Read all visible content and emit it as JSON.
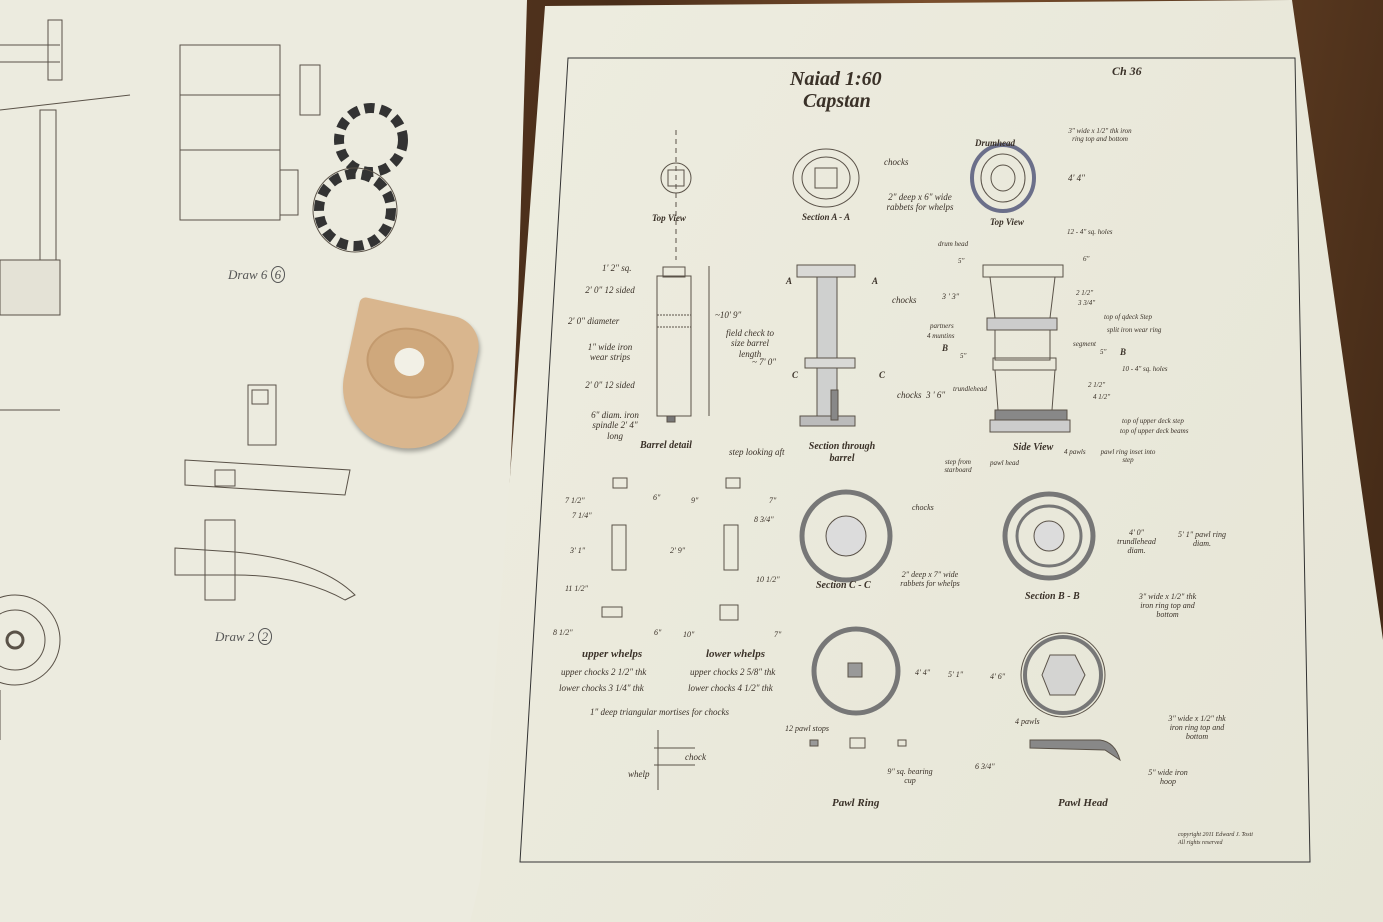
{
  "left_sheet": {
    "labels": [
      "Draw 6",
      "6",
      "Draw 2",
      "2"
    ]
  },
  "plan": {
    "title": "Naiad 1:60",
    "subtitle": "Capstan",
    "chapter": "Ch 36",
    "top_view": {
      "caption": "Top View"
    },
    "section_aa": {
      "caption": "Section A - A",
      "chocks": "chocks",
      "rabbets": "2\" deep x 6\" wide rabbets for whelps"
    },
    "drumhead": {
      "title": "Drumhead",
      "ring": "3\" wide x 1/2\" thk iron ring top and bottom",
      "dim": "4' 4\"",
      "caption": "Top View"
    },
    "barrel": {
      "caption": "Barrel detail",
      "sq": "1' 2\" sq.",
      "sided1": "2' 0\" 12 sided",
      "diameter": "2' 0\" diameter",
      "strips": "1\" wide iron wear strips",
      "sided2": "2' 0\" 12 sided",
      "spindle": "6\" diam. iron spindle 2' 4\" long",
      "length": "~10' 9\"",
      "field": "field check to size barrel length",
      "seven": "~ 7' 0\""
    },
    "section_barrel": {
      "caption": "Section through barrel",
      "a_left": "A",
      "a_right": "A",
      "c_left": "C",
      "c_right": "C",
      "chocks1": "chocks",
      "chocks2": "chocks",
      "three6": "3 ' 6\"",
      "step": "step looking aft"
    },
    "side_view": {
      "caption": "Side View",
      "holes12": "12 - 4\" sq. holes",
      "drum_head": "drum head",
      "d5a": "5\"",
      "d6": "6\"",
      "d33": "3 ' 3\"",
      "d212a": "2 1/2\"",
      "d334": "3 3/4\"",
      "qdeck": "top of qdeck Step",
      "partners": "partners",
      "wear": "split iron wear ring",
      "muntins": "4 muntins",
      "segment": "segment",
      "b_left": "B",
      "b_right": "B",
      "d5b": "5\"",
      "d5c": "5\"",
      "holes10": "10 - 4\" sq. holes",
      "trundlehead": "trundlehead",
      "d212b": "2 1/2\"",
      "d412": "4 1/2\"",
      "upper_step": "top of upper deck step",
      "upper_beams": "top of upper deck beams",
      "step_stbd": "step from starboard",
      "pawl_head": "pawl head",
      "pawls": "4 pawls",
      "pawl_ring": "pawl ring inset into step"
    },
    "upper_whelps": {
      "title": "upper whelps",
      "d1": "7 1/2\"",
      "d2": "6\"",
      "d3": "7 1/4\"",
      "d4": "3' 1\"",
      "d5": "11 1/2\"",
      "d6": "8 1/2\"",
      "d7": "6\"",
      "note1": "upper chocks 2 1/2\" thk",
      "note2": "lower chocks 3 1/4\" thk"
    },
    "lower_whelps": {
      "title": "lower whelps",
      "d1": "9\"",
      "d2": "7\"",
      "d3": "8 3/4\"",
      "d4": "2' 9\"",
      "d5": "10 1/2\"",
      "d6": "10\"",
      "d7": "7\"",
      "note1": "upper chocks 2 5/8\" thk",
      "note2": "lower chocks 4 1/2\" thk"
    },
    "mortise_note": "1\" deep triangular mortises for chocks",
    "chock": "chock",
    "whelp": "whelp",
    "section_cc": {
      "caption": "Section C - C",
      "chocks": "chocks",
      "rabbets": "2\" deep x 7\" wide rabbets for whelps"
    },
    "section_bb": {
      "caption": "Section B - B",
      "trundle": "4' 0\" trundlehead diam.",
      "pawl_ring": "5' 1\" pawl ring diam.",
      "ring": "3\" wide x 1/2\" thk iron ring top and bottom"
    },
    "pawl_ring": {
      "caption": "Pawl Ring",
      "stops": "12 pawl stops",
      "d44": "4' 4\"",
      "d51": "5' 1\"",
      "cup": "9\" sq. bearing cup"
    },
    "pawl_head": {
      "caption": "Pawl Head",
      "d46": "4' 6\"",
      "pawls": "4 pawls",
      "d634": "6 3/4\"",
      "ring": "3\" wide x 1/2\" thk iron ring top and bottom",
      "hoop": "5\" wide iron hoop"
    },
    "copyright": "copyright 2011 Edward J. Tosti",
    "rights": "All rights reserved"
  }
}
